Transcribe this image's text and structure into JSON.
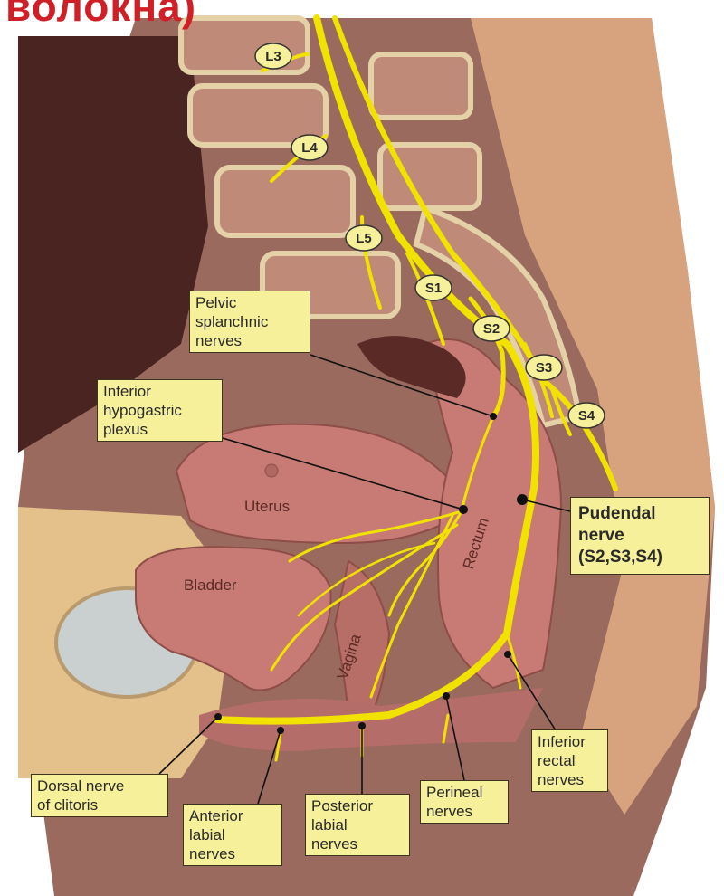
{
  "title": "волокна)",
  "colors": {
    "title": "#d11f27",
    "nerve": "#f2e200",
    "callout_bg": "#f7f09a",
    "tissue": "#dca98a",
    "organ": "#c77b74"
  },
  "nerve_roots": [
    "L3",
    "L4",
    "L5",
    "S1",
    "S2",
    "S3",
    "S4"
  ],
  "organs": {
    "uterus": "Uterus",
    "bladder": "Bladder",
    "vagina": "Vagina",
    "rectum": "Rectum"
  },
  "callouts": {
    "pelvic_splanchnic": "Pelvic\nsplanchnic\nnerves",
    "inferior_hypogastric": "Inferior\nhypogastric\nplexus",
    "pudendal": "Pudendal\nnerve\n(S2,S3,S4)",
    "dorsal_nerve": "Dorsal nerve\nof clitoris",
    "anterior_labial": "Anterior\nlabial\nnerves",
    "posterior_labial": "Posterior\nlabial\nnerves",
    "perineal": "Perineal\nnerves",
    "inferior_rectal": "Inferior\nrectal\nnerves"
  }
}
